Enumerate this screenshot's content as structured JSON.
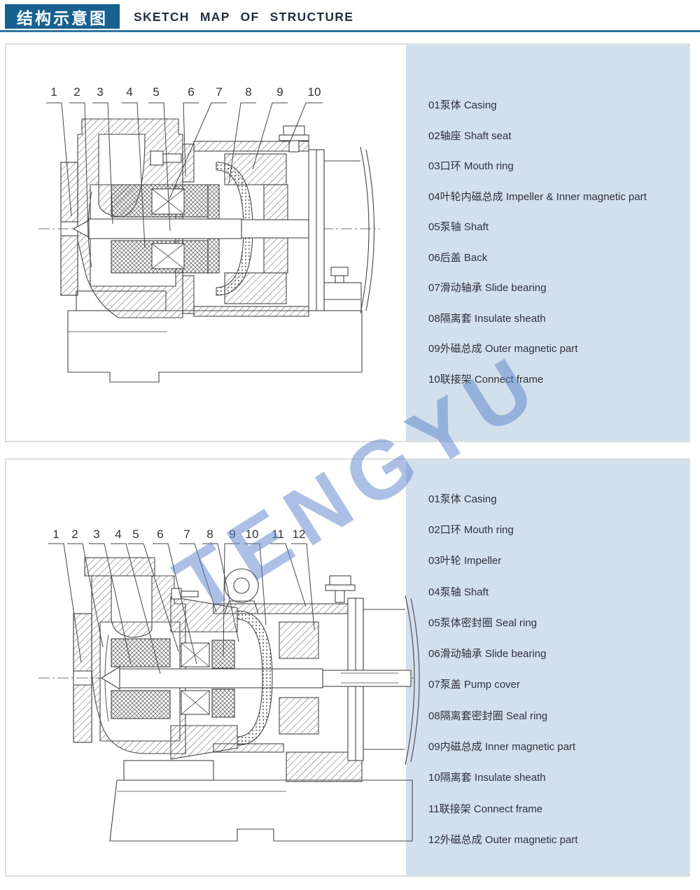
{
  "header": {
    "badge_cn": "结构示意图",
    "title_en": "SKETCH MAP OF STRUCTURE"
  },
  "watermark": "TENGYU",
  "colors": {
    "badge_blue": "#176190",
    "rule_blue": "#2e75a3",
    "sidebar_blue": "#d2e0ed",
    "watermark_blue": "#5d87cc",
    "drawing_line": "#454545",
    "text_dark": "#30303a"
  },
  "panels": [
    {
      "figure_numbers": [
        "1",
        "2",
        "3",
        "4",
        "5",
        "6",
        "7",
        "8",
        "9",
        "10"
      ],
      "parts": [
        {
          "label": "01泵体 Casing"
        },
        {
          "label": "02轴座 Shaft seat"
        },
        {
          "label": "03口环 Mouth ring"
        },
        {
          "label": "04叶轮内磁总成 Impeller & Inner magnetic part"
        },
        {
          "label": "05泵轴 Shaft"
        },
        {
          "label": "06后盖 Back"
        },
        {
          "label": "07滑动轴承 Slide bearing"
        },
        {
          "label": "08隔离套  Insulate sheath"
        },
        {
          "label": "09外磁总成  Outer magnetic part"
        },
        {
          "label": "10联接架  Connect frame"
        }
      ]
    },
    {
      "figure_numbers": [
        "1",
        "2",
        "3",
        "4",
        "5",
        "6",
        "7",
        "8",
        "9",
        "10",
        "11",
        "12"
      ],
      "parts": [
        {
          "label": "01泵体 Casing"
        },
        {
          "label": "02口环  Mouth ring"
        },
        {
          "label": "03叶轮 Impeller"
        },
        {
          "label": "04泵轴 Shaft"
        },
        {
          "label": "05泵体密封圈  Seal ring"
        },
        {
          "label": "06滑动轴承 Slide bearing"
        },
        {
          "label": "07泵盖  Pump cover"
        },
        {
          "label": "08隔离套密封圈  Seal ring"
        },
        {
          "label": "09内磁总成 Inner magnetic part"
        },
        {
          "label": "10隔离套 Insulate sheath"
        },
        {
          "label": "11联接架 Connect frame"
        },
        {
          "label": "12外磁总成 Outer magnetic part"
        }
      ]
    }
  ]
}
